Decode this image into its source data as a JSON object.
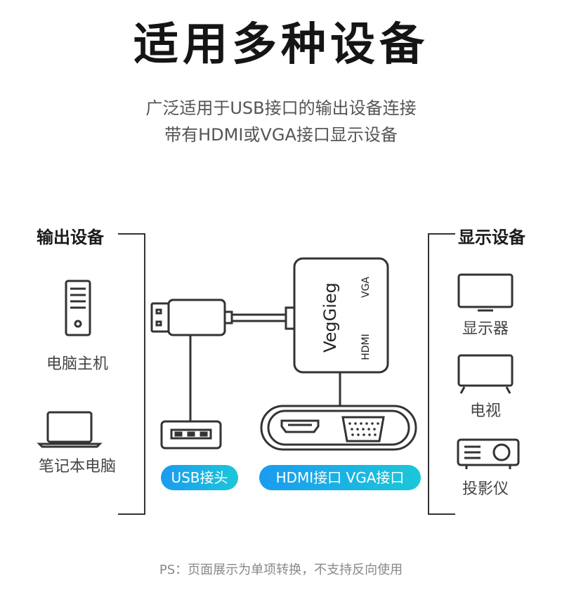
{
  "header": {
    "title": "适用多种设备",
    "subtitle_line1": "广泛适用于USB接口的输出设备连接",
    "subtitle_line2": "带有HDMI或VGA接口显示设备"
  },
  "left_panel": {
    "heading": "输出设备",
    "devices": [
      {
        "label": "电脑主机",
        "icon": "desktop-tower-icon"
      },
      {
        "label": "笔记本电脑",
        "icon": "laptop-icon"
      }
    ]
  },
  "right_panel": {
    "heading": "显示设备",
    "devices": [
      {
        "label": "显示器",
        "icon": "monitor-icon"
      },
      {
        "label": "电视",
        "icon": "tv-icon"
      },
      {
        "label": "投影仪",
        "icon": "projector-icon"
      }
    ]
  },
  "adapter": {
    "brand": "VegGieg",
    "port_vga": "VGA",
    "port_hdmi": "HDMI"
  },
  "callouts": {
    "usb": "USB接头",
    "video": "HDMI接口 VGA接口"
  },
  "colors": {
    "pill_start": "#1a9bf0",
    "pill_end": "#1cc7d8",
    "line": "#333333"
  },
  "footnote": "PS：页面展示为单项转换，不支持反向使用"
}
